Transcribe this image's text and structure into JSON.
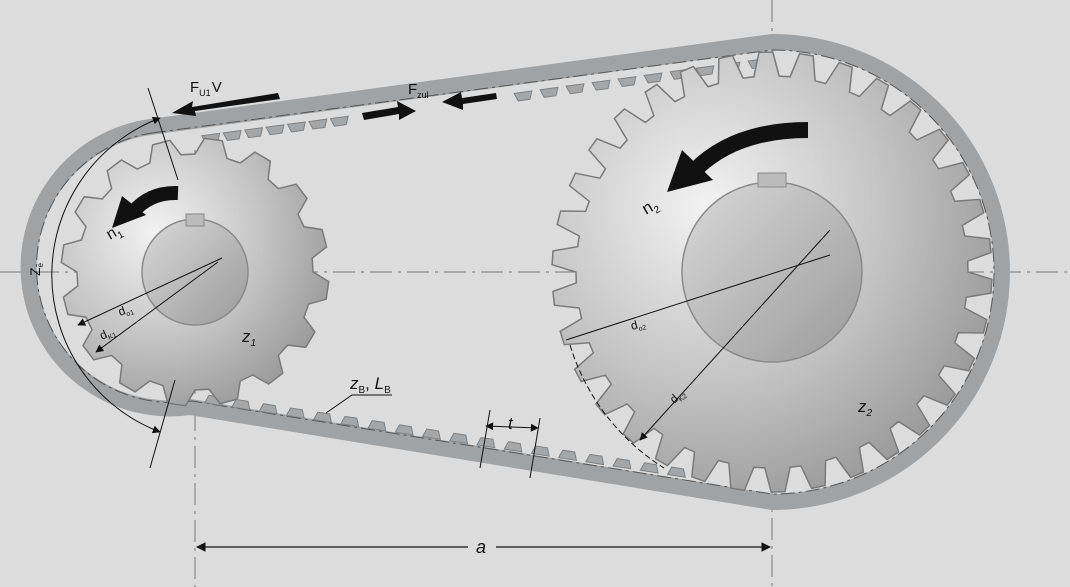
{
  "labels": {
    "force_circ_main": "F",
    "force_circ_sub": "U1",
    "velocity": "V",
    "force_allow_main": "F",
    "force_allow_sub": "zul",
    "wrap_teeth_main": "Z",
    "wrap_teeth_sub": "e",
    "speed_small_main": "n",
    "speed_small_sub": "1",
    "speed_large_main": "n",
    "speed_large_sub": "2",
    "pitch_dia_small_main": "d",
    "pitch_dia_small_sub": "o1",
    "tip_dia_small_main": "d",
    "tip_dia_small_sub": "K1",
    "pitch_dia_large_main": "d",
    "pitch_dia_large_sub": "o2",
    "tip_dia_large_main": "d",
    "tip_dia_large_sub": "K2",
    "teeth_small_main": "z",
    "teeth_small_sub": "1",
    "teeth_large_main": "z",
    "teeth_large_sub": "2",
    "belt_teeth_main": "z",
    "belt_teeth_sub": "B",
    "belt_sep": ", ",
    "belt_length_main": "L",
    "belt_length_sub": "B",
    "pitch": "t",
    "center_distance": "a"
  },
  "colors": {
    "background": "#dcdcdc",
    "belt": "#a3a7a9",
    "belt_edge": "#7f8385",
    "pulley_light": "#e6e6e6",
    "pulley_dark": "#8a8a8a",
    "arrow": "#111111"
  }
}
